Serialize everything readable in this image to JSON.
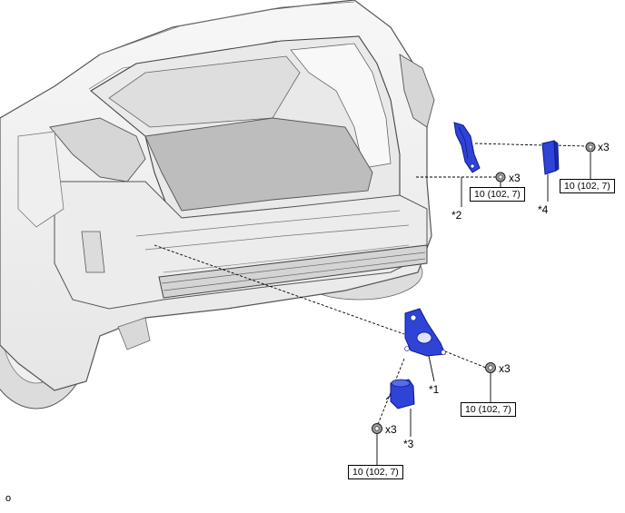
{
  "callouts": {
    "c1": "*1",
    "c2": "*2",
    "c3": "*3",
    "c4": "*4"
  },
  "quantities": {
    "q_top_right": "x3",
    "q_top_mid": "x3",
    "q_bottom_right": "x3",
    "q_bottom_left": "x3"
  },
  "torques": {
    "t_top_right": "10 (102, 7)",
    "t_top_mid": "10 (102, 7)",
    "t_bottom_right": "10 (102, 7)",
    "t_bottom_left": "10 (102, 7)"
  },
  "corner_mark": "o",
  "colors": {
    "part_blue": "#2f43d6",
    "part_dark": "#0c1a8a",
    "line": "#000000",
    "vehicle_fill": "#f2f2f2",
    "vehicle_shade": "#d9d9d9",
    "cargo_floor": "#bdbdbd"
  }
}
